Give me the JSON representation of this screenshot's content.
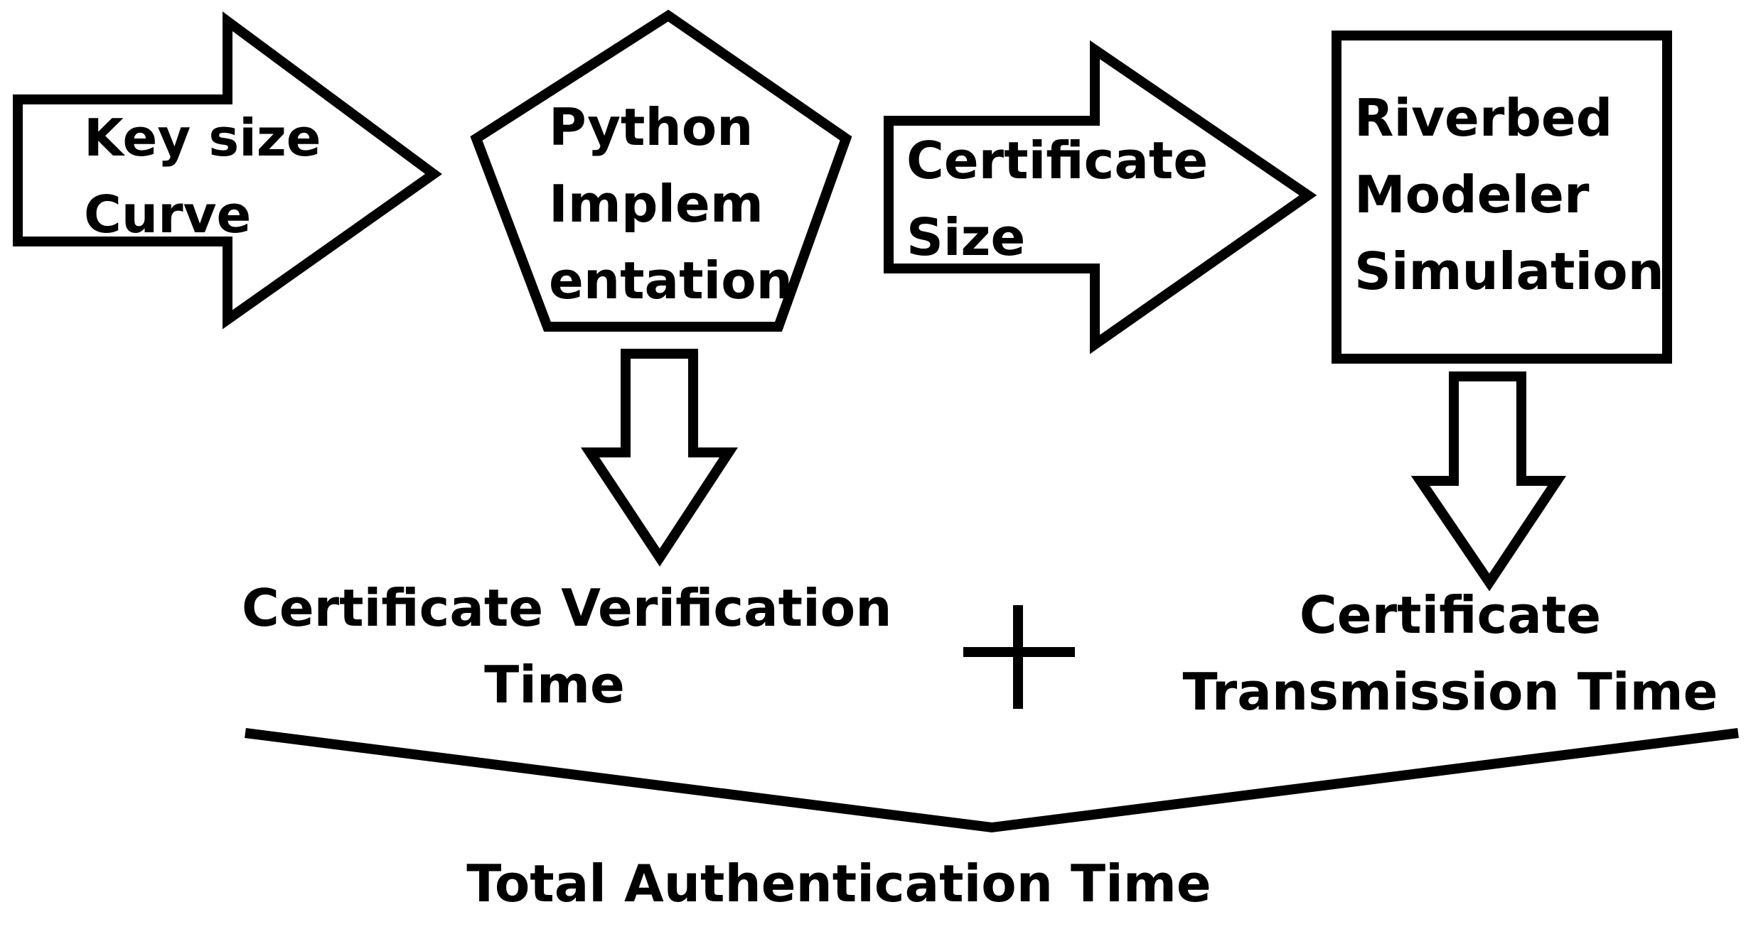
{
  "nodes": {
    "input_arrow": {
      "lines": [
        "Key size",
        "Curve"
      ]
    },
    "python": {
      "lines": [
        "Python",
        "Implem",
        "entation"
      ]
    },
    "cert_arrow": {
      "lines": [
        "Certificate",
        "Size"
      ]
    },
    "riverbed": {
      "lines": [
        "Riverbed",
        "Modeler",
        "Simulation"
      ]
    }
  },
  "outputs": {
    "verification": {
      "lines": [
        "Certificate Verification",
        "Time"
      ]
    },
    "transmission": {
      "lines": [
        "Certificate",
        "Transmission Time"
      ]
    }
  },
  "operator": "+",
  "total": "Total Authentication Time",
  "colors": {
    "stroke": "#000000",
    "background": "#ffffff"
  }
}
